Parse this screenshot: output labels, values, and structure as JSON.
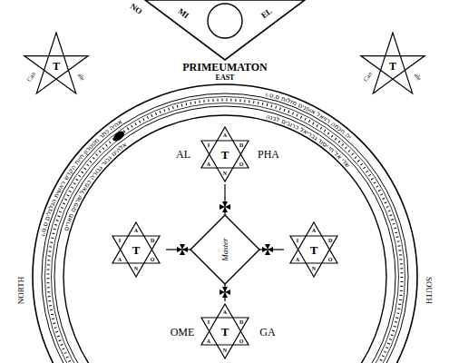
{
  "diagram": {
    "nodes": [
      {
        "text": [
          "MI",
          "EL"
        ]
      },
      {
        "text": [
          "T",
          "Can",
          "ale"
        ]
      },
      {
        "text": [
          "T",
          "Can",
          "ale"
        ]
      },
      {
        "text": [
          "T",
          "A",
          "D",
          "O",
          "N",
          "A",
          "I"
        ]
      },
      {
        "text": [
          "T",
          "A",
          "D",
          "O",
          "N",
          "A",
          "I"
        ]
      },
      {
        "text": [
          "Master"
        ]
      },
      {
        "text": [
          "T",
          "A",
          "D",
          "O",
          "N",
          "A",
          "I"
        ]
      },
      {
        "text": [
          "T",
          "A",
          "D",
          "O",
          "N",
          "A",
          "I"
        ]
      }
    ],
    "edges": [
      {
        "from": 5,
        "to": 3,
        "arrow": "none"
      },
      {
        "from": 5,
        "to": 4,
        "arrow": "none"
      },
      {
        "from": 5,
        "to": 6,
        "arrow": "none"
      },
      {
        "from": 5,
        "to": 7,
        "arrow": "none"
      }
    ],
    "labels": [
      "NO",
      "PRIMEUMATON",
      "EAST",
      "NORTH",
      "SOUTH",
      "AL",
      "PHA",
      "OME",
      "GA",
      "אהיה כתר מטטרון חיות הקדש ראשית הגלגלים ס.ט.ו",
      "יה חכמה רזיאל אופנים מזלות ס.ט.ו",
      "אלהים גבור גבורה כמאל שרפים מאדים",
      "שדי אל חי יסוד גבריאל כרובים לבנה"
    ]
  }
}
